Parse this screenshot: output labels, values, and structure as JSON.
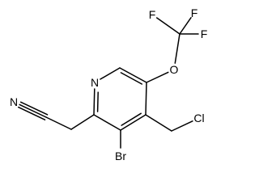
{
  "molecule": {
    "atoms": [
      {
        "id": "N1",
        "label": "N"
      },
      {
        "id": "C2"
      },
      {
        "id": "C3"
      },
      {
        "id": "C4"
      },
      {
        "id": "C5"
      },
      {
        "id": "C6"
      },
      {
        "id": "Br",
        "label": "Br"
      },
      {
        "id": "C7"
      },
      {
        "id": "Cl",
        "label": "Cl"
      },
      {
        "id": "O",
        "label": "O"
      },
      {
        "id": "CF3"
      },
      {
        "id": "F1",
        "label": "F"
      },
      {
        "id": "F2",
        "label": "F"
      },
      {
        "id": "F3",
        "label": "F"
      },
      {
        "id": "C8"
      },
      {
        "id": "C9"
      },
      {
        "id": "N2",
        "label": "N"
      }
    ],
    "bonds": [
      {
        "from": "N1",
        "to": "C2",
        "order": 2
      },
      {
        "from": "C2",
        "to": "C3",
        "order": 1
      },
      {
        "from": "C3",
        "to": "C4",
        "order": 2
      },
      {
        "from": "C4",
        "to": "C5",
        "order": 1
      },
      {
        "from": "C5",
        "to": "C6",
        "order": 2
      },
      {
        "from": "C6",
        "to": "N1",
        "order": 1
      },
      {
        "from": "C3",
        "to": "Br",
        "order": 1
      },
      {
        "from": "C4",
        "to": "C7",
        "order": 1
      },
      {
        "from": "C7",
        "to": "Cl",
        "order": 1
      },
      {
        "from": "C5",
        "to": "O",
        "order": 1
      },
      {
        "from": "O",
        "to": "CF3",
        "order": 1
      },
      {
        "from": "CF3",
        "to": "F1",
        "order": 1
      },
      {
        "from": "CF3",
        "to": "F2",
        "order": 1
      },
      {
        "from": "CF3",
        "to": "F3",
        "order": 1
      },
      {
        "from": "C2",
        "to": "C8",
        "order": 1
      },
      {
        "from": "C8",
        "to": "C9",
        "order": 1
      },
      {
        "from": "C9",
        "to": "N2",
        "order": 3
      }
    ]
  }
}
